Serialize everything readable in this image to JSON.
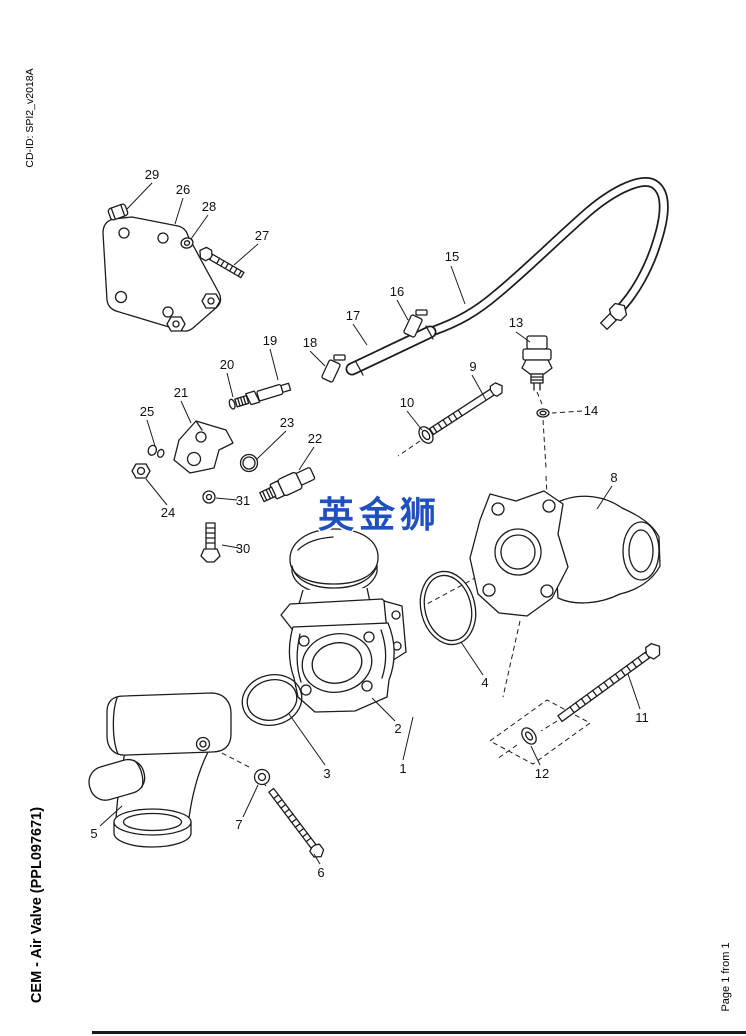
{
  "page": {
    "cd_id": "CD-ID: SPI2_v2018A",
    "title": "CEM - Air Valve (PPL097671)",
    "page_label": "Page 1 from 1",
    "watermark": "英金狮",
    "watermark_color": "#2050c0",
    "ink_color": "#1c1c1c"
  },
  "diagram": {
    "type": "exploded-parts-diagram",
    "subject": "CEM air valve assembly exploded view with numbered callouts",
    "callouts": [
      "1",
      "2",
      "3",
      "4",
      "5",
      "6",
      "7",
      "8",
      "9",
      "10",
      "11",
      "12",
      "13",
      "14",
      "15",
      "16",
      "17",
      "18",
      "19",
      "20",
      "21",
      "22",
      "23",
      "24",
      "25",
      "26",
      "27",
      "28",
      "29",
      "30",
      "31"
    ]
  }
}
